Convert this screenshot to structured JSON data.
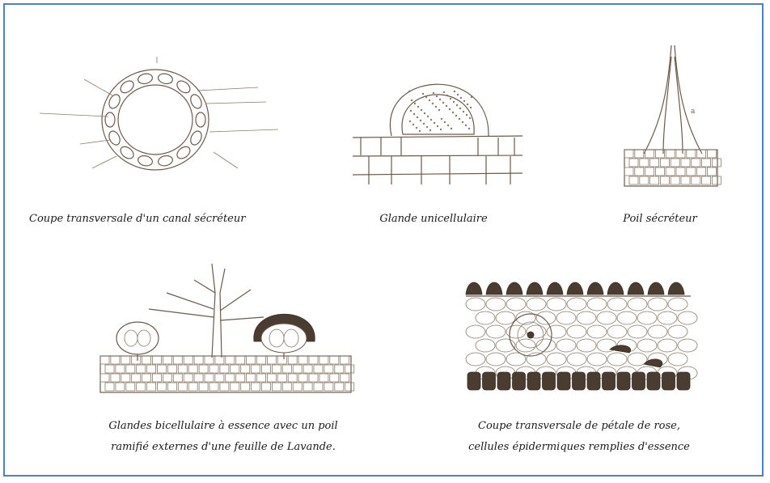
{
  "figures": [
    {
      "caption": "Coupe transversale d'un canal sécréteur"
    },
    {
      "caption": "Glande unicellulaire"
    },
    {
      "caption": "Poil sécréteur"
    },
    {
      "caption_line1": "Glandes bicellulaire à essence avec un poil",
      "caption_line2": "ramifié externes d'une feuille de Lavande."
    },
    {
      "caption_line1": "Coupe transversale de pétale de rose,",
      "caption_line2": "cellules épidermiques remplies d'essence"
    }
  ],
  "colors": {
    "frame": "#4f81bd",
    "ink": "#6b5a4a"
  }
}
